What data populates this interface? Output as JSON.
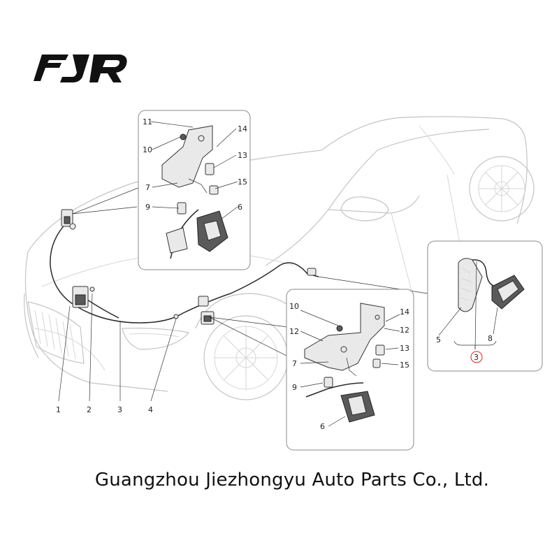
{
  "brand": {
    "logo_text": "FJR"
  },
  "company": "Guangzhou Jiezhongyu Auto Parts Co., Ltd.",
  "main_labels": [
    "1",
    "2",
    "3",
    "4"
  ],
  "detail_top_labels": [
    "11",
    "14",
    "10",
    "13",
    "7",
    "15",
    "9",
    "6"
  ],
  "detail_bottom_labels": [
    "10",
    "14",
    "12",
    "12",
    "13",
    "7",
    "15",
    "9",
    "6"
  ],
  "detail_right_labels": [
    "5",
    "8",
    "3"
  ],
  "colors": {
    "highlight": "#d9261c",
    "ink": "#222222"
  }
}
